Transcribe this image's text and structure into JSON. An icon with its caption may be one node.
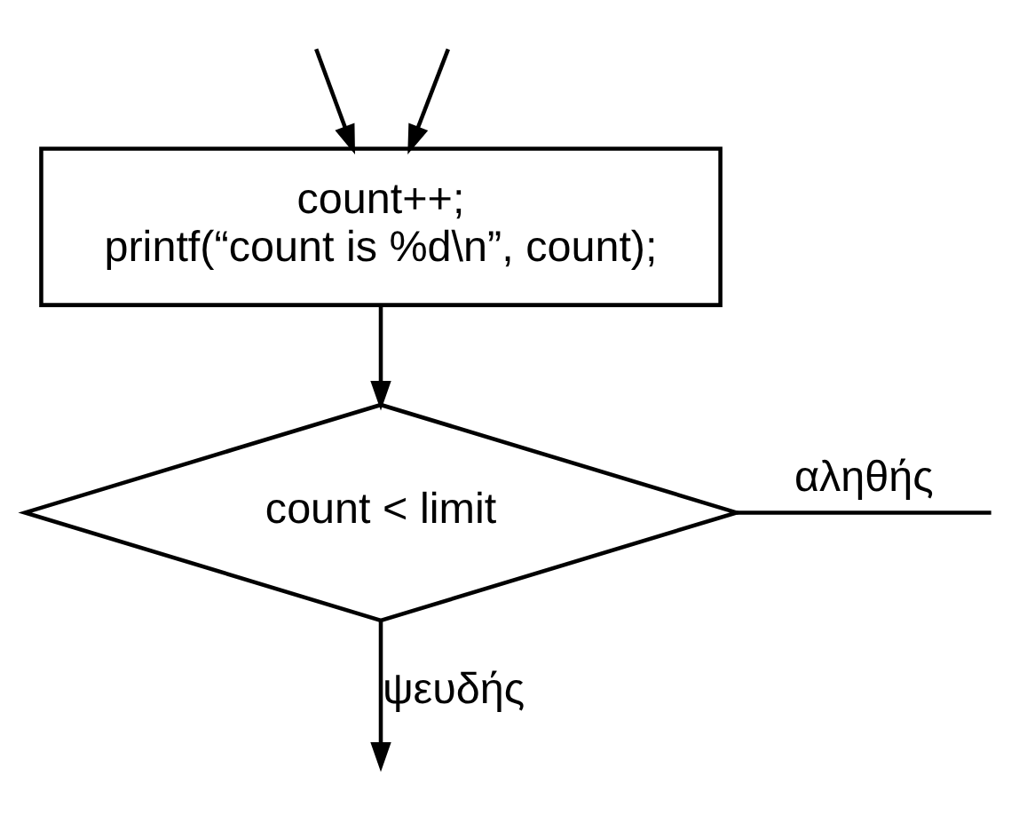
{
  "diagram": {
    "nodes": [
      {
        "text": [
          "count++;",
          "printf(“count is %d\\n”, count);"
        ]
      },
      {
        "text": [
          "count < limit"
        ]
      }
    ],
    "edges": [
      {
        "from": null,
        "to": 0,
        "arrow": "to"
      },
      {
        "from": null,
        "to": 0,
        "arrow": "to"
      },
      {
        "from": 0,
        "to": 1,
        "arrow": "to"
      },
      {
        "from": 1,
        "to": null,
        "arrow": "none",
        "label": "αληθής"
      },
      {
        "from": 1,
        "to": null,
        "arrow": "to",
        "label": "ψευδής"
      }
    ]
  }
}
